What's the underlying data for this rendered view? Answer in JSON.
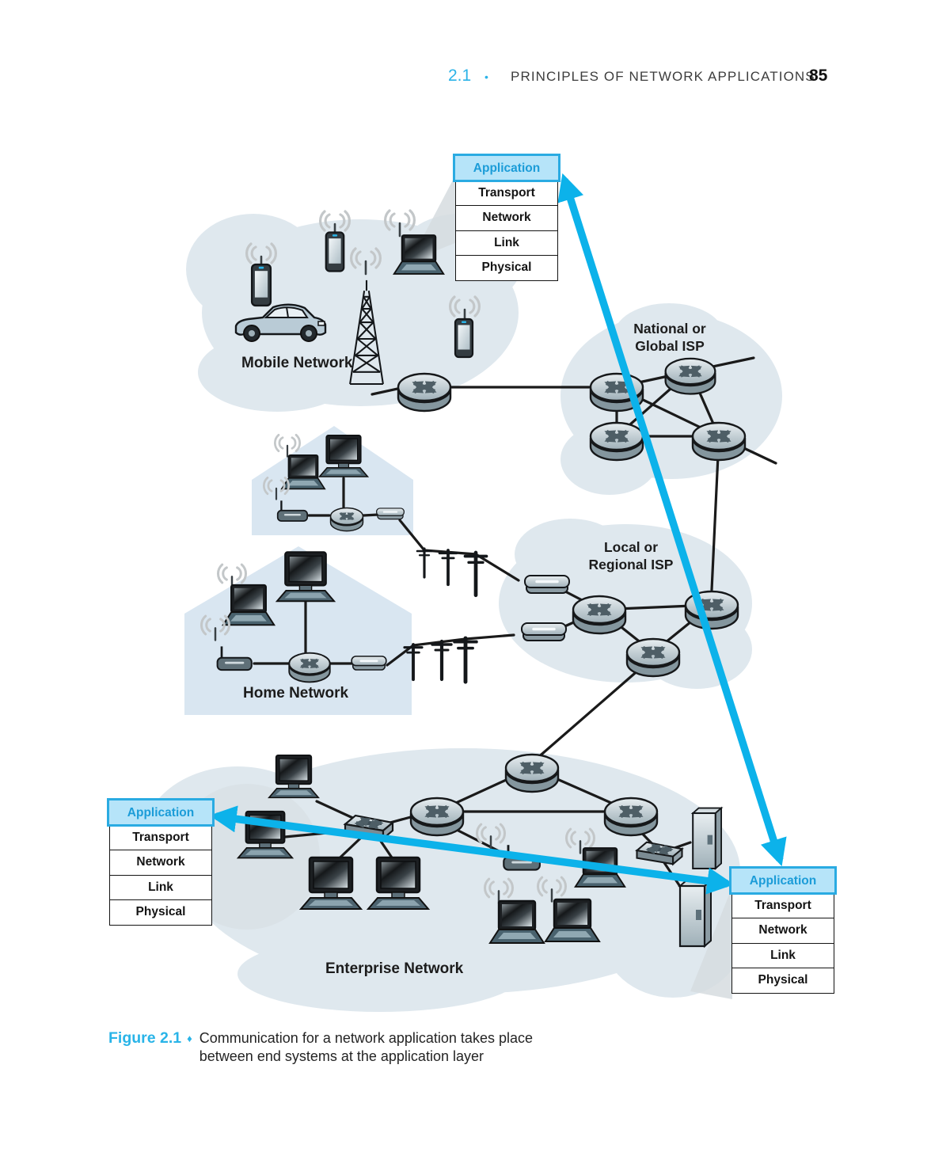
{
  "header": {
    "section_number": "2.1",
    "separator": "•",
    "title": "PRINCIPLES OF NETWORK APPLICATIONS",
    "page_number": "85"
  },
  "protocol_stack": {
    "layers": [
      "Application",
      "Transport",
      "Network",
      "Link",
      "Physical"
    ]
  },
  "network_labels": {
    "mobile": "Mobile Network",
    "national_isp_line1": "National or",
    "national_isp_line2": "Global ISP",
    "regional_isp_line1": "Local or",
    "regional_isp_line2": "Regional ISP",
    "home": "Home Network",
    "enterprise": "Enterprise Network"
  },
  "caption": {
    "figure_label": "Figure 2.1",
    "marker": "♦",
    "line1": "Communication for a network application takes place",
    "line2": "between end systems at the application layer"
  },
  "colors": {
    "accent_cyan": "#0cb2ea",
    "stack_highlight_fill": "#b6e4f9",
    "stack_highlight_border": "#2aabe2",
    "stack_highlight_text": "#1b9cd8",
    "cloud_fill": "#dfe8ee",
    "house_fill": "#d9e6f1",
    "link_black": "#1a1a1a"
  },
  "icons": {
    "router": "cylinder-with-cross-arrows",
    "switch": "box-with-cross-arrows",
    "desktop": "monitor-with-keyboard",
    "laptop": "notebook-computer",
    "smartphone": "mobile-phone",
    "modem": "flat-rounded-box",
    "server": "tower-server",
    "wifi-waves": "radio-waves",
    "cell-tower": "lattice-mast",
    "car": "automobile",
    "utility-pole": "telephone-pole",
    "house": "house-outline"
  }
}
